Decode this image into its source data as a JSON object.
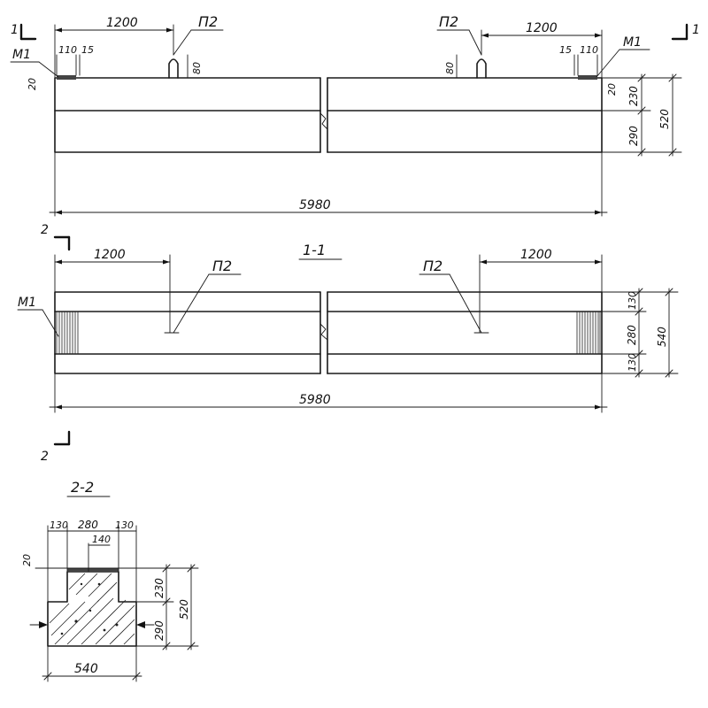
{
  "section_marks": {
    "s1": "1",
    "s2": "2"
  },
  "elevation": {
    "dim_1200": "1200",
    "label_p2": "П2",
    "label_m1": "М1",
    "dim_110": "110",
    "dim_15": "15",
    "dim_80": "80",
    "dim_20": "20",
    "dim_230": "230",
    "dim_290": "290",
    "dim_520": "520",
    "dim_total": "5980"
  },
  "plan_section_1_1": {
    "title": "1-1",
    "dim_1200": "1200",
    "label_p2": "П2",
    "label_m1": "М1",
    "dim_130": "130",
    "dim_280": "280",
    "dim_540": "540",
    "dim_total": "5980"
  },
  "cross_section_2_2": {
    "title": "2-2",
    "dim_130": "130",
    "dim_280": "280",
    "dim_140": "140",
    "dim_20": "20",
    "dim_230": "230",
    "dim_290": "290",
    "dim_520": "520",
    "dim_540": "540"
  }
}
